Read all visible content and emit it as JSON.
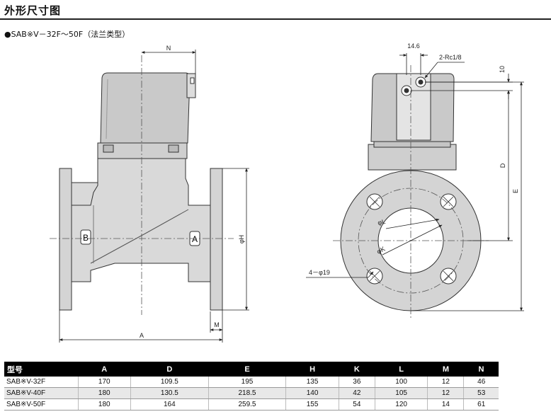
{
  "header": {
    "title": "外形尺寸图",
    "subtitle": "●SAB※V－32F～50F（法兰类型）"
  },
  "dimensions": {
    "n": "N",
    "a": "A",
    "m": "M",
    "phi_h": "φH",
    "d": "D",
    "e": "E",
    "phi_l": "φL",
    "phi_k": "φK",
    "bolt_holes": "4－φ19",
    "port": "2-Rc1/8",
    "width_14_6": "14.6",
    "ten": "10",
    "port_a": "A",
    "port_b": "B"
  },
  "table": {
    "headers": [
      "型号",
      "A",
      "D",
      "E",
      "H",
      "K",
      "L",
      "M",
      "N"
    ],
    "rows": [
      [
        "SAB※V-32F",
        "170",
        "109.5",
        "195",
        "135",
        "36",
        "100",
        "12",
        "46"
      ],
      [
        "SAB※V-40F",
        "180",
        "130.5",
        "218.5",
        "140",
        "42",
        "105",
        "12",
        "53"
      ],
      [
        "SAB※V-50F",
        "180",
        "164",
        "259.5",
        "155",
        "54",
        "120",
        "14",
        "61"
      ]
    ]
  }
}
